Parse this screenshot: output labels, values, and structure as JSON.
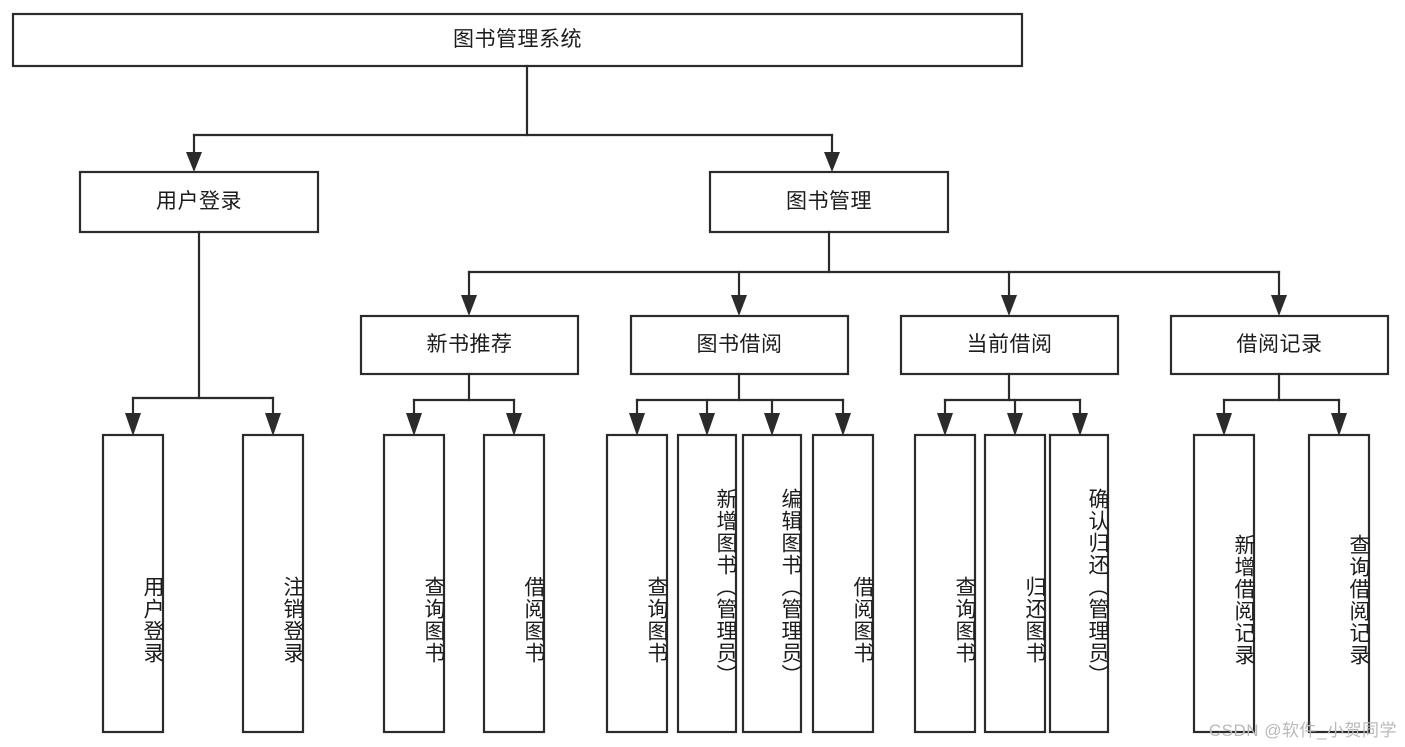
{
  "diagram": {
    "type": "tree-hierarchy-diagram",
    "title": "图书管理系统",
    "orientation": "top-down",
    "colors": {
      "box_stroke": "#2b2b2b",
      "box_fill": "#ffffff",
      "connector": "#2b2b2b",
      "text": "#1c1c1c",
      "watermark": "#b9b9b9",
      "background": "#ffffff"
    },
    "levels": {
      "root": {
        "label": "图书管理系统"
      },
      "level2": [
        {
          "label": "用户登录"
        },
        {
          "label": "图书管理"
        }
      ],
      "level3": [
        {
          "label": "新书推荐"
        },
        {
          "label": "图书借阅"
        },
        {
          "label": "当前借阅"
        },
        {
          "label": "借阅记录"
        }
      ],
      "leaves": {
        "user_login": [
          {
            "label": "用户登录"
          },
          {
            "label": "注销登录"
          }
        ],
        "new_book_recommend": [
          {
            "label": "查询图书"
          },
          {
            "label": "借阅图书"
          }
        ],
        "book_borrow": [
          {
            "label": "查询图书"
          },
          {
            "label": "新增图书（管理员）"
          },
          {
            "label": "编辑图书（管理员）"
          },
          {
            "label": "借阅图书"
          }
        ],
        "current_borrow": [
          {
            "label": "查询图书"
          },
          {
            "label": "归还图书"
          },
          {
            "label": "确认归还（管理员）"
          }
        ],
        "borrow_record": [
          {
            "label": "新增借阅记录"
          },
          {
            "label": "查询借阅记录"
          }
        ]
      }
    }
  },
  "watermark": {
    "text": "CSDN @软件_小贺同学"
  }
}
